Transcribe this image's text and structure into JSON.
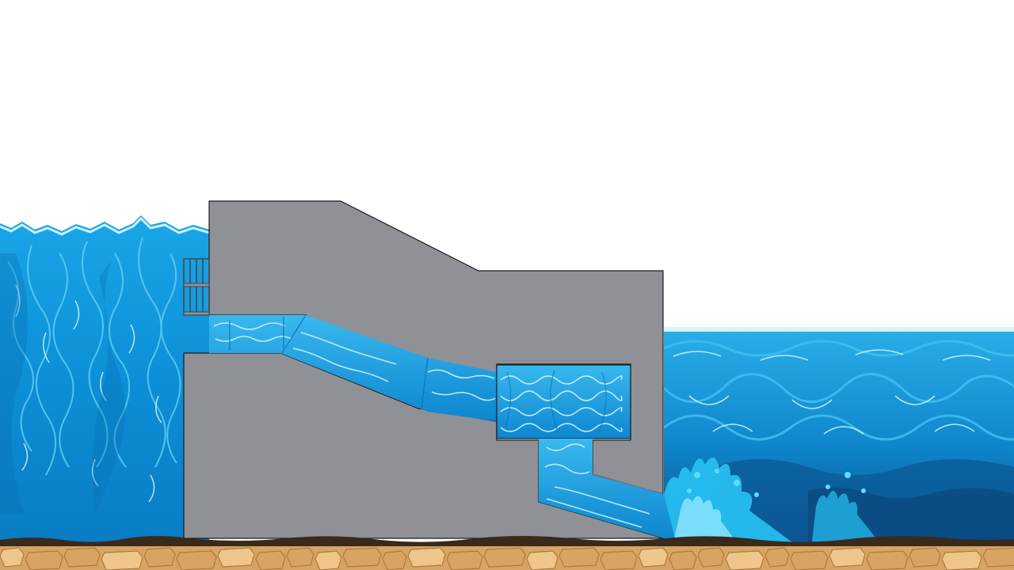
{
  "scene": {
    "subject": "hydroelectric-dam-cross-section",
    "colors": {
      "background": "#ffffff",
      "concrete": "#8f9196",
      "concrete_outline": "#1c1c1c",
      "water_dark": "#0a6fb4",
      "water_mid": "#0f94d8",
      "water_light": "#37b6ee",
      "water_highlight": "#c9f2ff",
      "water_deep": "#0b5a95",
      "soil": "#3a2a1c",
      "rock": "#d8a463",
      "rock_light": "#eec58a",
      "rock_edge": "#b07a3d",
      "trash_rack": "#444444"
    },
    "elements": [
      "upstream-reservoir",
      "downstream-river",
      "dam-body",
      "trash-rack",
      "intake-channel",
      "penstock",
      "turbine-chamber",
      "draft-tube",
      "outflow-splash",
      "riverbed-soil",
      "bedrock"
    ]
  }
}
